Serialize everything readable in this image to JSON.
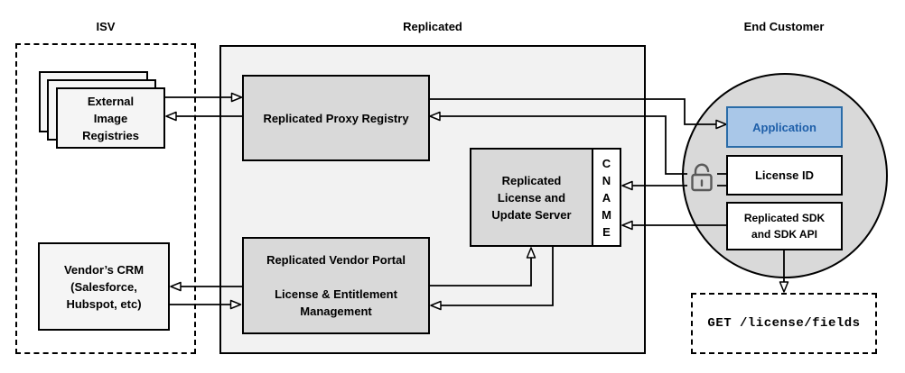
{
  "sections": [
    {
      "id": "isv",
      "label": "ISV"
    },
    {
      "id": "replicated",
      "label": "Replicated"
    },
    {
      "id": "end_customer",
      "label": "End Customer"
    }
  ],
  "nodes": {
    "external_image_registries": {
      "label": "External\nImage\nRegistries"
    },
    "vendors_crm": {
      "label": "Vendor’s CRM\n(Salesforce,\nHubspot, etc)"
    },
    "replicated_proxy_registry": {
      "label": "Replicated Proxy Registry"
    },
    "replicated_license_update_server": {
      "label": "Replicated\nLicense and\nUpdate Server"
    },
    "cname": {
      "label": "CNAME"
    },
    "replicated_vendor_portal": {
      "label": "Replicated Vendor Portal\n\nLicense & Entitlement\nManagement"
    },
    "application": {
      "label": "Application"
    },
    "license_id": {
      "label": "License ID"
    },
    "replicated_sdk": {
      "label": "Replicated SDK\nand SDK API"
    },
    "get_license_fields": {
      "label": "GET /license/fields"
    }
  },
  "icons": {
    "unlock": "unlock-icon (open padlock next to License ID)"
  },
  "edges": [
    {
      "from": "external_image_registries",
      "to": "replicated_proxy_registry"
    },
    {
      "from": "replicated_proxy_registry",
      "to": "external_image_registries"
    },
    {
      "from": "replicated_proxy_registry",
      "to": "application"
    },
    {
      "from": "license_id",
      "to": "replicated_proxy_registry"
    },
    {
      "from": "license_id",
      "to": "cname"
    },
    {
      "from": "replicated_sdk",
      "to": "cname"
    },
    {
      "from": "replicated_vendor_portal",
      "to": "replicated_license_update_server"
    },
    {
      "from": "replicated_license_update_server",
      "to": "replicated_vendor_portal"
    },
    {
      "from": "replicated_vendor_portal",
      "to": "vendors_crm"
    },
    {
      "from": "vendors_crm",
      "to": "replicated_vendor_portal"
    },
    {
      "from": "replicated_sdk",
      "to": "get_license_fields"
    }
  ],
  "colors": {
    "replicated_container_fill": "#f2f2f2",
    "gray_node_fill": "#d9d9d9",
    "light_node_fill": "#f5f5f5",
    "white_node_fill": "#ffffff",
    "circle_fill": "#d9d9d9",
    "application_fill": "#a9c7e8",
    "application_border": "#2a6ca8",
    "application_text": "#1e5fa9",
    "stroke": "#000000",
    "lock_icon": "#595959"
  }
}
